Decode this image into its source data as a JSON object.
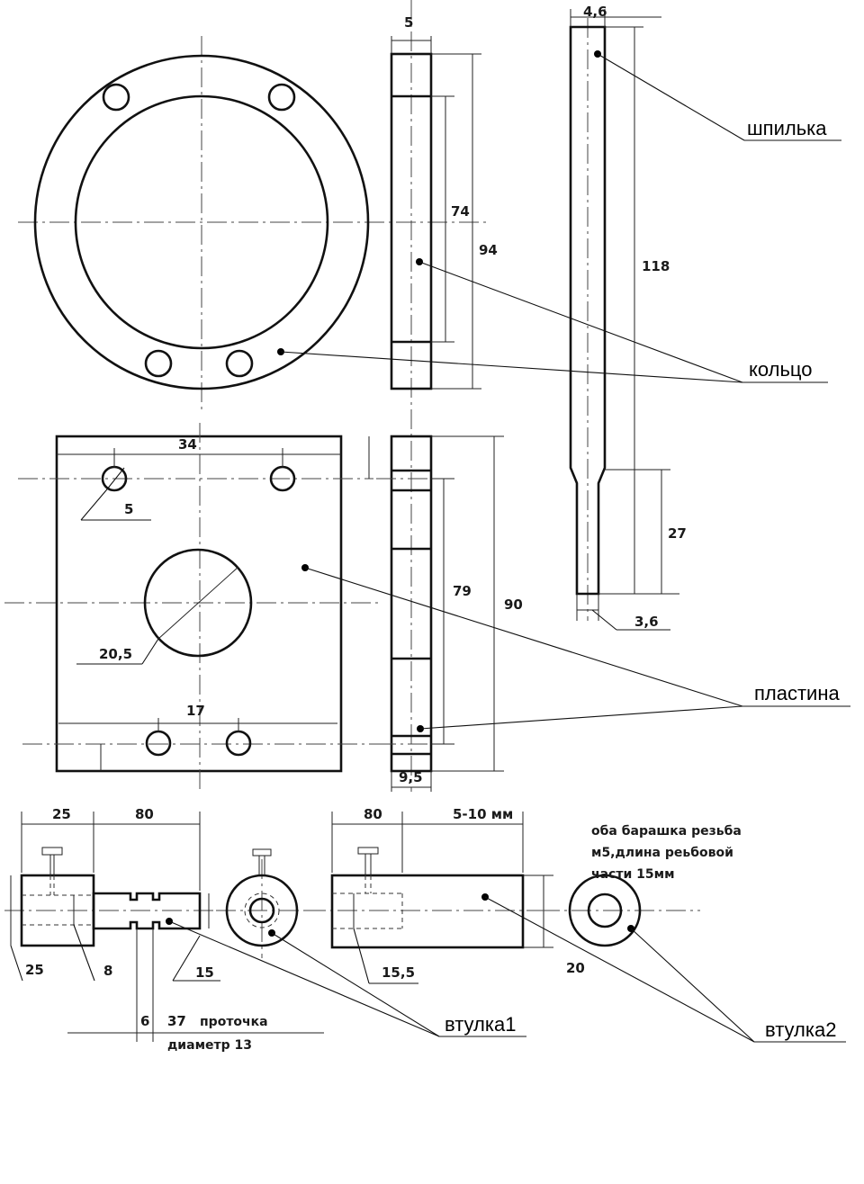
{
  "labels": {
    "stud": "шпилька",
    "ring": "кольцо",
    "plate": "пластина",
    "bushing1": "втулка1",
    "bushing2": "втулка2"
  },
  "dimensions": {
    "ring_thickness": "5",
    "ring_inner_height": "74",
    "ring_outer_height": "94",
    "stud_diameter": "4,6",
    "stud_length": "118",
    "stud_end_length": "27",
    "stud_end_diameter": "3,6",
    "plate_hole_spacing_top": "34",
    "plate_small_hole": "5",
    "plate_center_hole": "20,5",
    "plate_hole_spacing_bottom": "17",
    "plate_inner_height": "79",
    "plate_height": "90",
    "plate_thickness": "9,5",
    "b1_left_length": "25",
    "b1_right_length": "80",
    "b1_height": "25",
    "b1_bore": "8",
    "b1_shaft": "15",
    "b1_groove_width": "6",
    "b1_groove_position": "37",
    "b2_length_a": "80",
    "b2_length_b": "5-10 мм",
    "b2_bore": "15,5",
    "b2_height": "20"
  },
  "notes": {
    "groove_line1": "проточка",
    "groove_line2": "диаметр 13",
    "wingnut_line1": "оба барашка резьба",
    "wingnut_line2": "м5,длина рeьбовой",
    "wingnut_line3": "части 15мм"
  }
}
